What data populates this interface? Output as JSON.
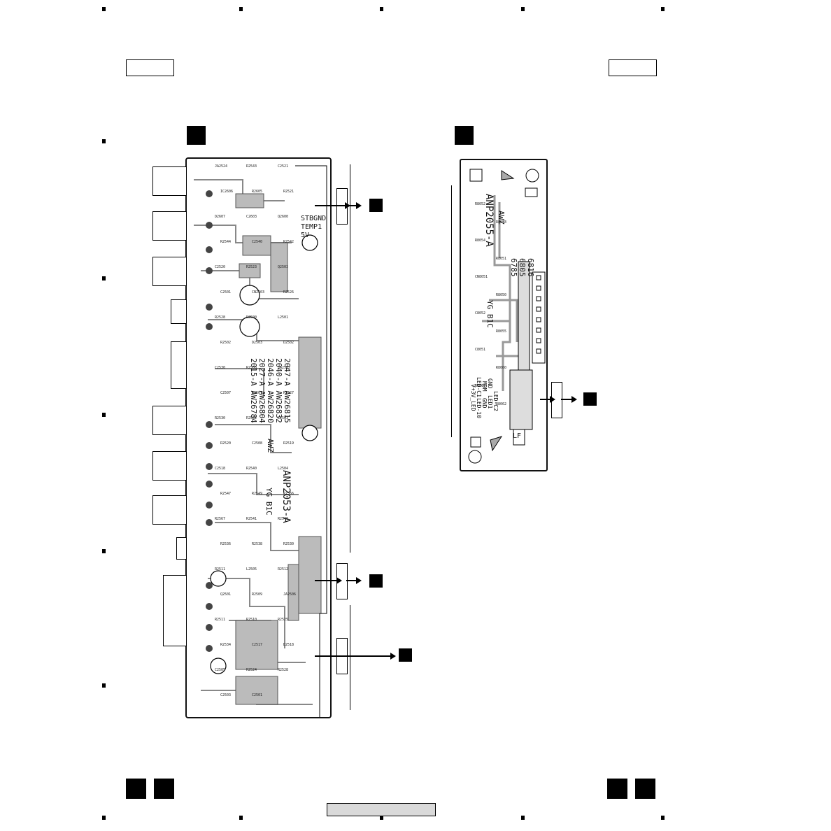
{
  "board_a": {
    "silk_top": [
      "STBGND",
      "TEMP1",
      "5V"
    ],
    "model_lines": [
      "2015-A AW26784",
      "2027-A AW26804",
      "2046-A AW26820",
      "2040-A AW26832",
      "2047-A AW26815"
    ],
    "part_no": "ANP2053-A",
    "suffix": "AWZ",
    "marks": "YG B1C"
  },
  "board_b": {
    "part_no": "ANP2055-A",
    "suffix": "AWZ",
    "numbers": [
      "6785",
      "6805",
      "6816"
    ],
    "marks": "YG B1C",
    "signals": [
      "GND",
      "MDM",
      "LED-C1",
      "LED-C2",
      "LED1",
      "GND",
      "LED-10",
      "V+3V_LED"
    ],
    "lf": "LF"
  },
  "ref_labels_a": [
    "JA2524",
    "R2543",
    "C2521",
    "IC2606",
    "R2605",
    "R2521",
    "D2607",
    "C2603",
    "Q2600",
    "R2544",
    "C2540",
    "R2542",
    "C2520",
    "R2523",
    "Q2503",
    "C2501",
    "CN2503",
    "R2526",
    "R2528",
    "D2500",
    "L2501",
    "R2502",
    "D2503",
    "D2502",
    "C2530",
    "R2508",
    "JA2502",
    "C2507",
    "R2507",
    "R2527",
    "R2530",
    "R2532",
    "L2503",
    "R2520",
    "C2508",
    "R2519",
    "C2518",
    "R2540",
    "L2504",
    "R2547",
    "R2549",
    "R2566",
    "R2567",
    "R2541",
    "R2548",
    "R2536",
    "R2538",
    "R2530",
    "R2511",
    "L2505",
    "R2512",
    "Q2501",
    "R2509",
    "JA2506",
    "R2511",
    "R2510",
    "R2525",
    "R2534",
    "C2517",
    "D2518",
    "C2505",
    "R2524",
    "R2528",
    "C2503",
    "C2501"
  ],
  "ref_labels_b": [
    "R8052",
    "R8053",
    "R8054",
    "R8051",
    "CN8051",
    "R8050",
    "C8052",
    "R8055",
    "C8051",
    "R8060",
    "R8061",
    "R8062"
  ]
}
